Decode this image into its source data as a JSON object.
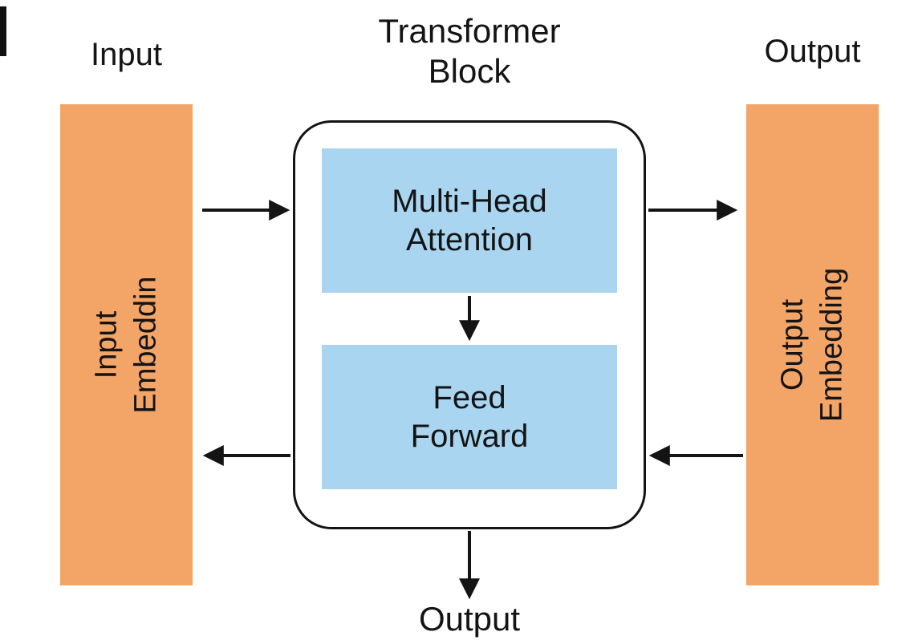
{
  "diagram": {
    "title": {
      "line1": "Transformer",
      "line2": "Block"
    },
    "top_labels": {
      "input": "Input",
      "output": "Output"
    },
    "input_embedding": {
      "line1": "Input",
      "line2": "Embeddin"
    },
    "output_embedding": {
      "line1": "Output",
      "line2": "Embedding"
    },
    "blocks": {
      "multi_head_attention": {
        "line1": "Multi-Head",
        "line2": "Attention"
      },
      "feed_forward": {
        "line1": "Feed",
        "line2": "Forward"
      }
    },
    "bottom_label": "Output",
    "colors": {
      "embedding_fill": "#F3A467",
      "block_fill": "#A9D5F1",
      "stroke": "#141414",
      "background": "#FFFFFF"
    }
  }
}
